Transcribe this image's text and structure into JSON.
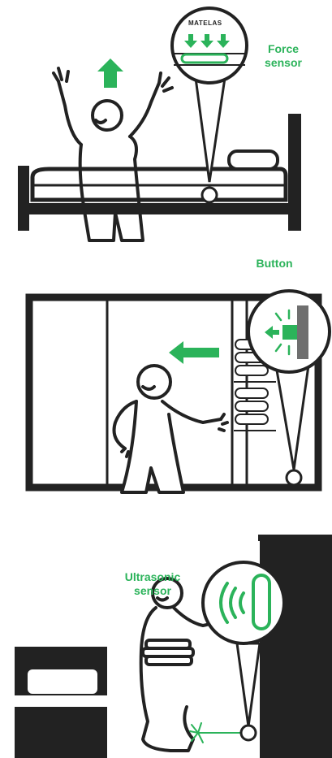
{
  "colors": {
    "accent": "#2bb35a",
    "ink": "#222222",
    "sensor_gray": "#6f6f6f"
  },
  "panels": [
    {
      "name": "bed-force-sensor",
      "mattress_word": "MATELAS",
      "label_line1": "Force",
      "label_line2": "sensor"
    },
    {
      "name": "wardrobe-button",
      "label_line1": "Button"
    },
    {
      "name": "doorway-ultrasonic",
      "label_line1": "Ultrasonic",
      "label_line2": "sensor"
    }
  ],
  "icons": [
    "up-arrow-icon",
    "left-arrow-icon",
    "down-arrows-icon",
    "sound-waves-icon",
    "person-figure-icon"
  ]
}
